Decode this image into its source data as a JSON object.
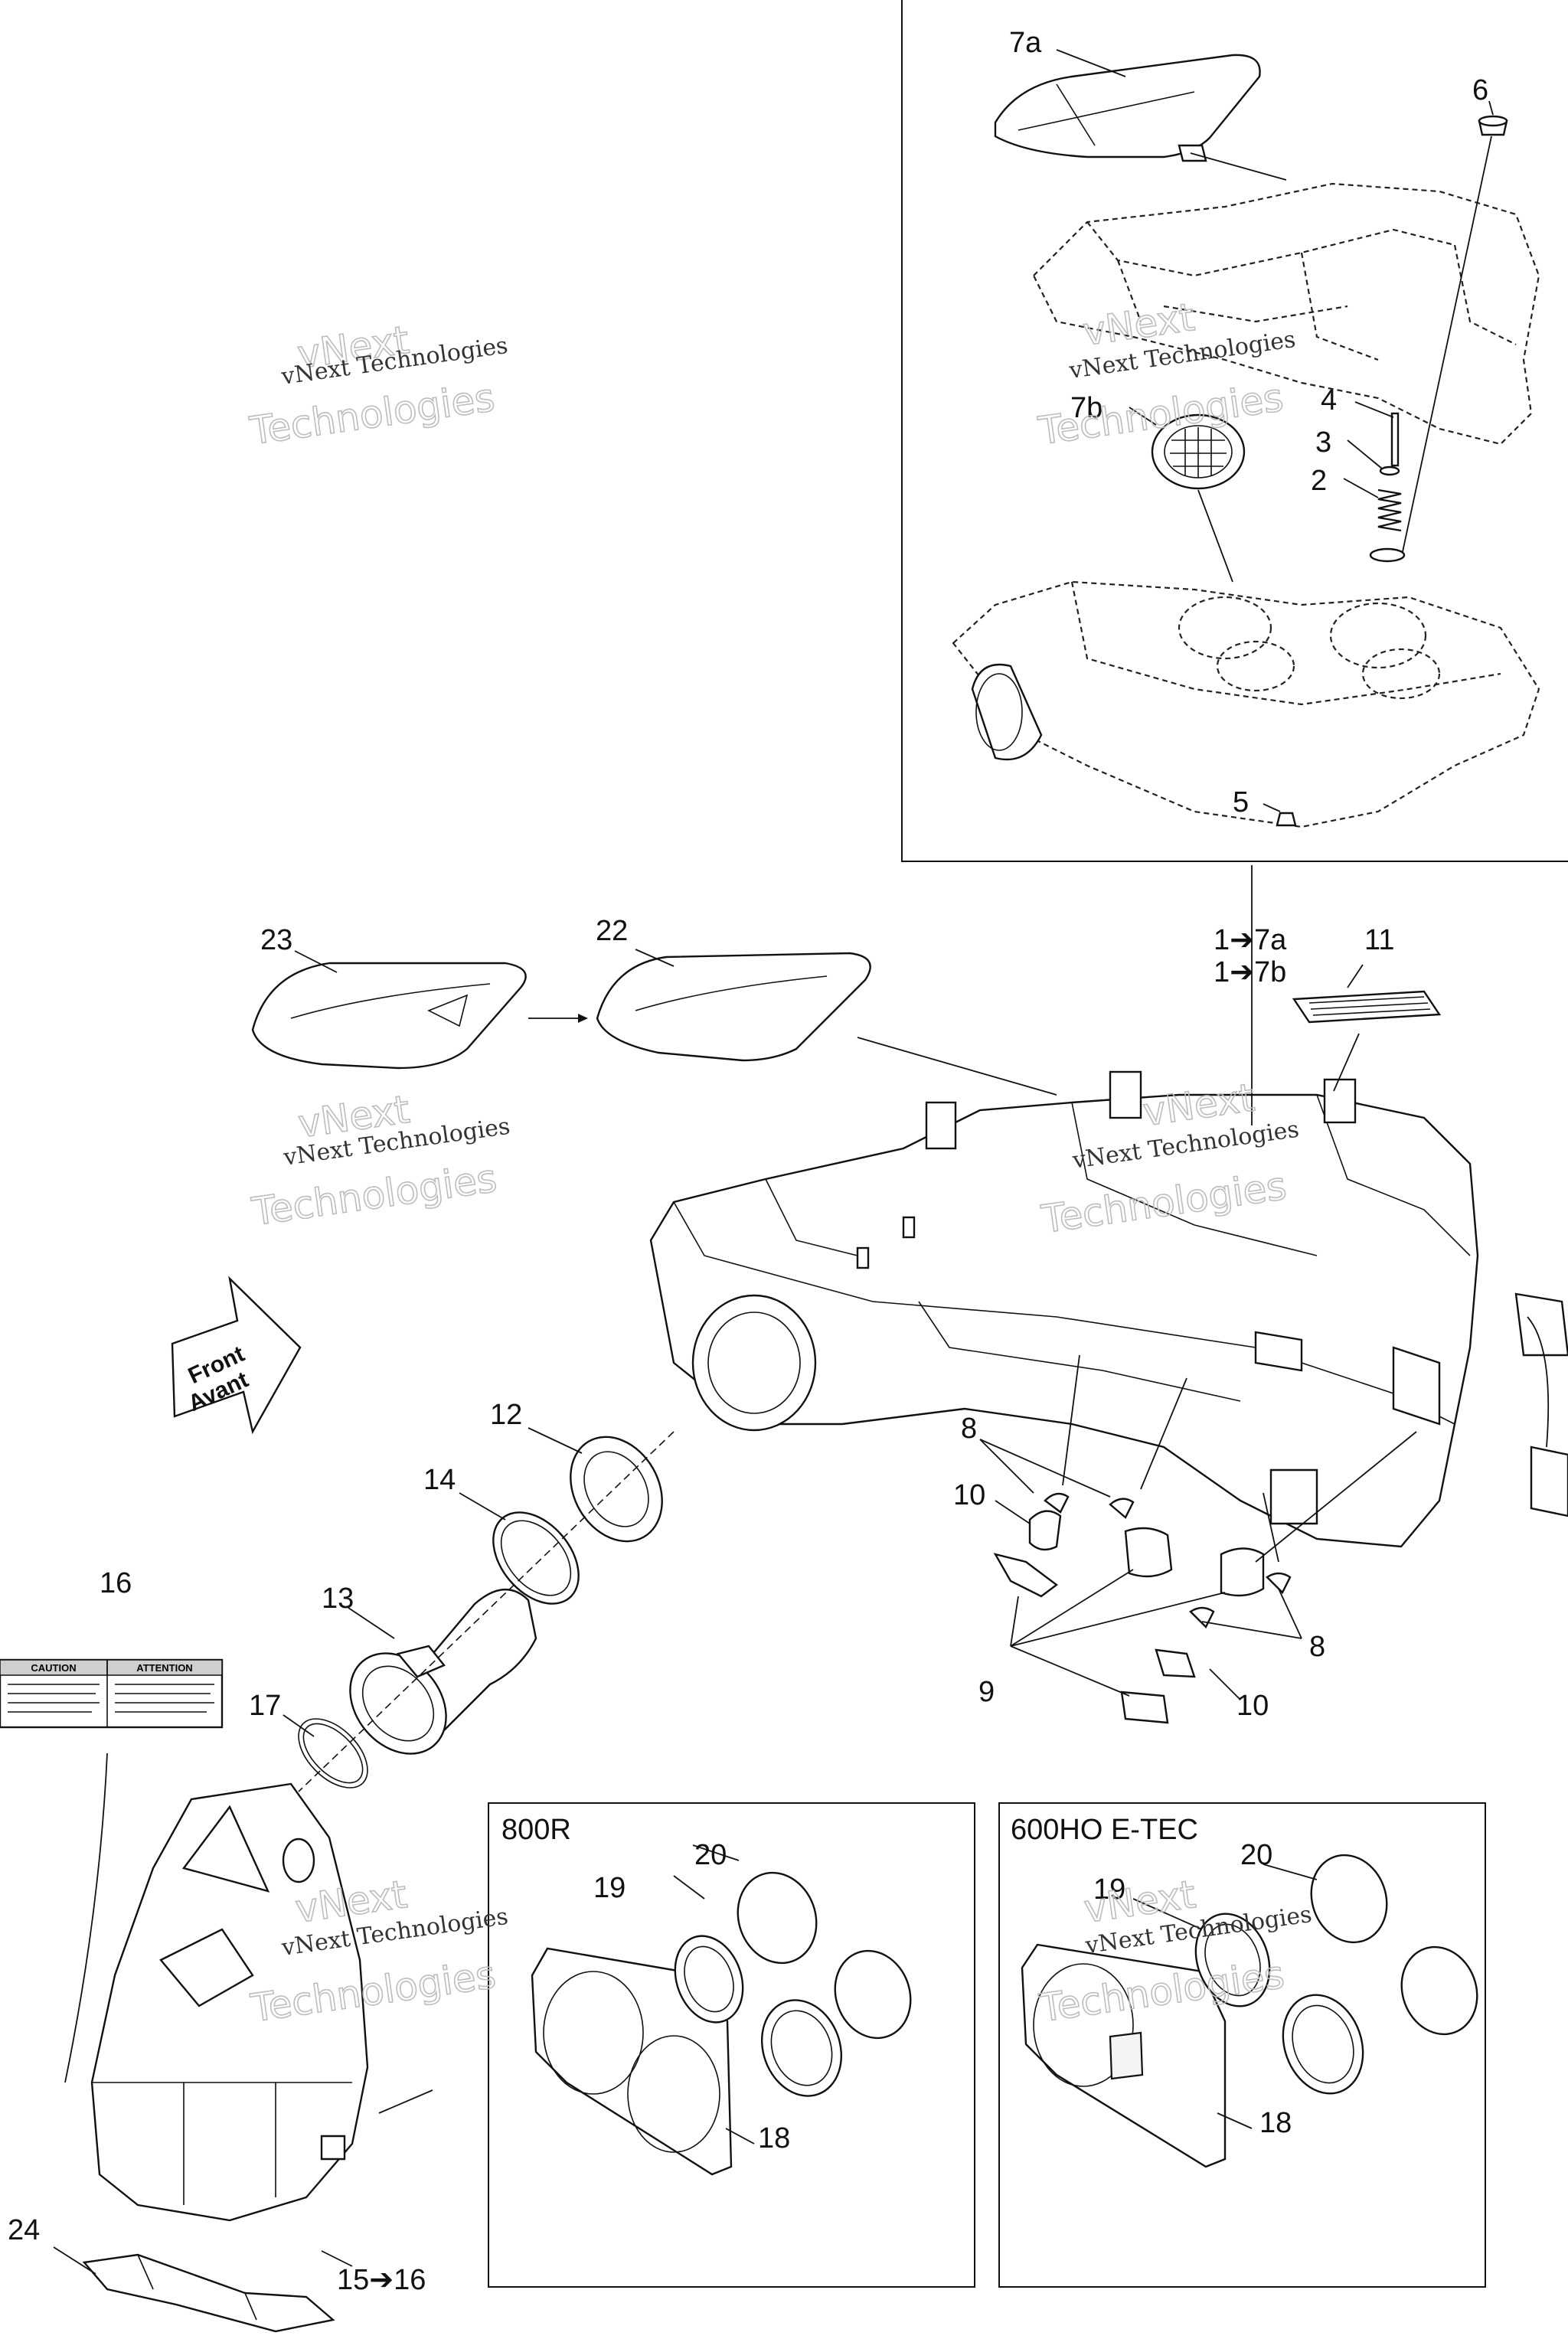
{
  "watermark": {
    "line1": "vNext Technologies",
    "line2": "Technologies",
    "line3": "vNext"
  },
  "front_sign": {
    "line1": "Front",
    "line2": "Avant"
  },
  "variant_boxes": {
    "left_title": "800R",
    "right_title": "600HO E-TEC"
  },
  "callouts": {
    "c7a": "7a",
    "c6": "6",
    "c4": "4",
    "c3": "3",
    "c2": "2",
    "c7b": "7b",
    "c5": "5",
    "c1_7a": "1➔7a",
    "c1_7b": "1➔7b",
    "c11": "11",
    "c22": "22",
    "c23": "23",
    "c12": "12",
    "c14": "14",
    "c13": "13",
    "c16": "16",
    "c17": "17",
    "c8_top": "8",
    "c10_top": "10",
    "c9": "9",
    "c8_bottom": "8",
    "c10_bottom": "10",
    "c20_left": "20",
    "c19_left": "19",
    "c18_left": "18",
    "c20_right": "20",
    "c19_right": "19",
    "c18_right": "18",
    "c24": "24",
    "c15_16": "15➔16"
  },
  "warning_label": {
    "left_header": "CAUTION",
    "right_header": "ATTENTION"
  },
  "icons": [
    "front-arrow-icon",
    "caution-label-icon"
  ]
}
